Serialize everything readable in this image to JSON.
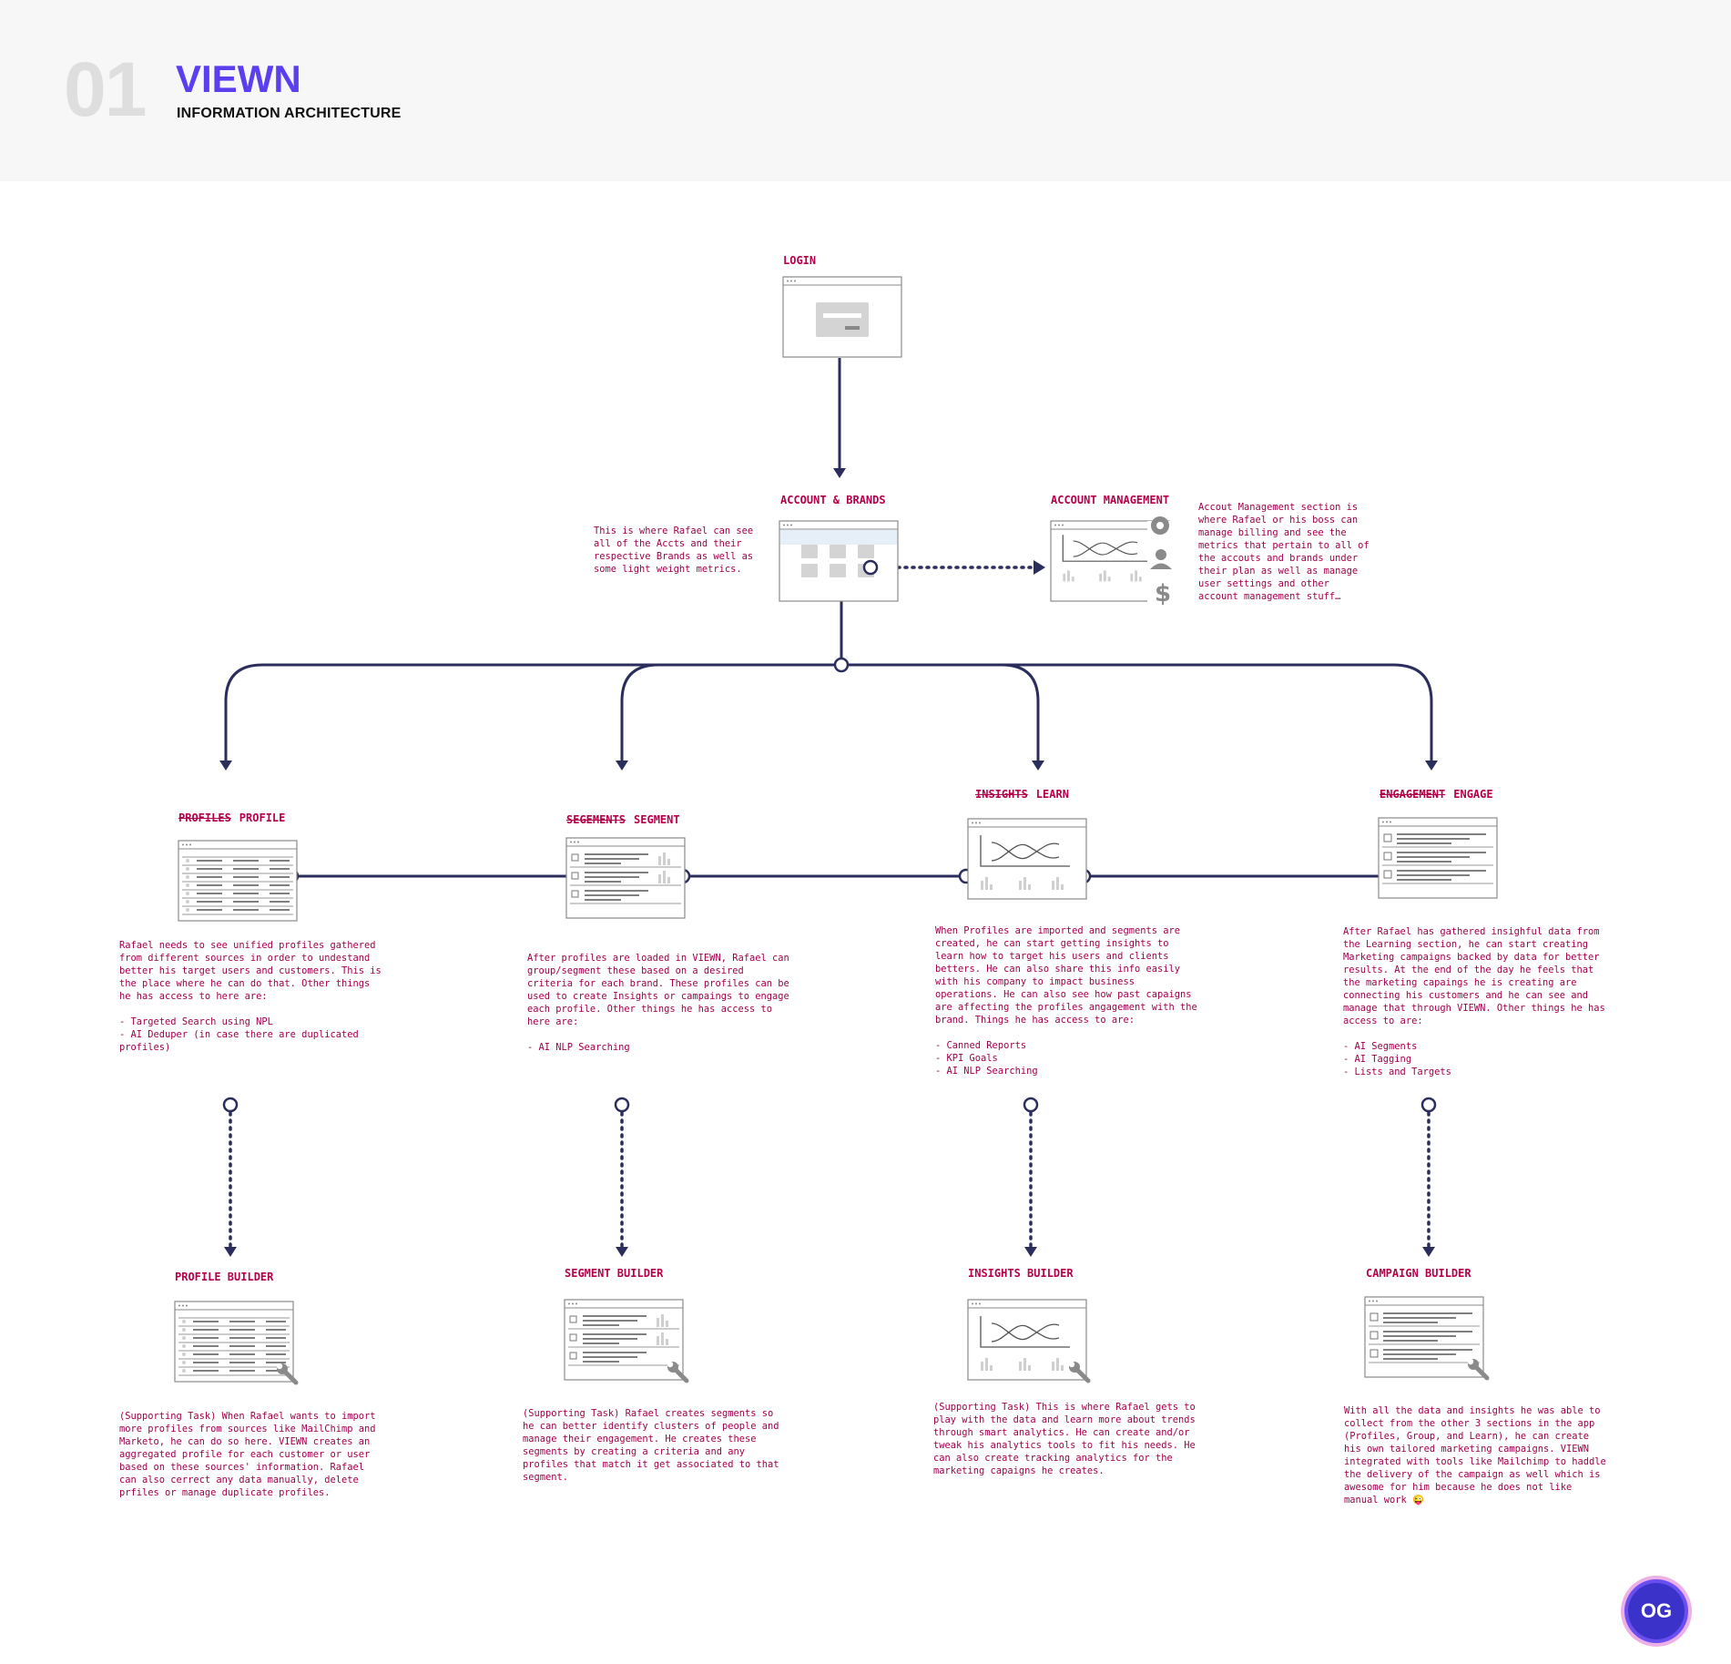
{
  "header": {
    "number": "01",
    "title": "VIEWN",
    "subtitle": "INFORMATION ARCHITECTURE"
  },
  "nodes": {
    "login": {
      "label": "LOGIN"
    },
    "accounts": {
      "label": "ACCOUNT & BRANDS",
      "description": "This is where Rafael can see\nall of the Accts and their\nrespective Brands as well as\nsome light weight metrics."
    },
    "management": {
      "label": "ACCOUNT MANAGEMENT",
      "description": "Accout Management section is\nwhere Rafael or his boss can\nmanage billing and see the\nmetrics that pertain to all of\nthe accouts and brands under\ntheir plan as well as manage\nuser settings and other\naccount management stuff…"
    },
    "profile": {
      "old_label": "PROFILES",
      "label": "PROFILE",
      "description": "Rafael needs to see unified profiles gathered\nfrom different sources in order to undestand\nbetter his target users and customers. This is\nthe place where he can do that. Other things\nhe has access to here are:\n\n- Targeted Search using NPL\n- AI Deduper (in case there are duplicated\nprofiles)"
    },
    "segment": {
      "old_label": "SEGEMENTS",
      "label": "SEGMENT",
      "description": "After profiles are loaded in VIEWN, Rafael can\ngroup/segment these based on a desired\ncriteria for each brand. These profiles can be\nused to create Insights or campaings to engage\neach profile. Other things he has access to\nhere are:\n\n- AI NLP Searching"
    },
    "learn": {
      "old_label": "INSIGHTS",
      "label": "LEARN",
      "description": "When Profiles are imported and segments are\ncreated, he can start getting insights to\nlearn how to target his users and clients\nbetters. He can also share this info easily\nwith his company to impact business\noperations. He can also see how past capaigns\nare affecting the profiles angagement with the\nbrand. Things he has access to are:\n\n- Canned Reports\n- KPI Goals\n- AI NLP Searching"
    },
    "engage": {
      "old_label": "ENGAGEMENT",
      "label": "ENGAGE",
      "description": "After Rafael has gathered insighful data from\nthe Learning section, he can start creating\nMarketing campaigns backed by data for better\nresults. At the end of the day he feels that\nthe marketing capaings he is creating are\nconnecting his customers and he can see and\nmanage that through VIEWN. Other things he has\naccess to are:\n\n- AI Segments\n- AI Tagging\n- Lists and Targets"
    },
    "profile_builder": {
      "label": "PROFILE BUILDER",
      "description": "(Supporting Task) When Rafael wants to import\nmore profiles from sources like MailChimp and\nMarketo, he can do so here. VIEWN creates an\naggregated profile for each customer or user\nbased on these sources' information. Rafael\ncan also cerrect any data manually, delete\nprfiles or manage duplicate profiles."
    },
    "segment_builder": {
      "label": "SEGMENT BUILDER",
      "description": "(Supporting Task) Rafael creates segments so\nhe can better identify clusters of people and\nmanage their engagement. He creates these\nsegments by creating a criteria and any\nprofiles that match it get associated to that\nsegment."
    },
    "insights_builder": {
      "label": "INSIGHTS BUILDER",
      "description": "(Supporting Task) This is where Rafael gets to\nplay with the data and learn more about trends\nthrough smart analytics. He can create and/or\ntweak his analytics tools to fit his needs. He\ncan also create tracking analytics for the\nmarketing capaigns he creates."
    },
    "campaign_builder": {
      "label": "CAMPAIGN BUILDER",
      "description": "With all the data and insights he was able to\ncollect from the other 3 sections in the app\n(Profiles, Group, and Learn), he can create\nhis own tailored marketing campaigns. VIEWN\nintegrated with tools like Mailchimp to haddle\nthe delivery of the campaign as well which is\nawesome for him because he does not like\nmanual work 😜"
    }
  },
  "badge": {
    "text": "OG"
  },
  "colors": {
    "accent": "#5b3ef0",
    "label": "#b5004a",
    "text": "#a2004a",
    "connector": "#2b2d5c",
    "wireframe": "#8a8a8a"
  }
}
